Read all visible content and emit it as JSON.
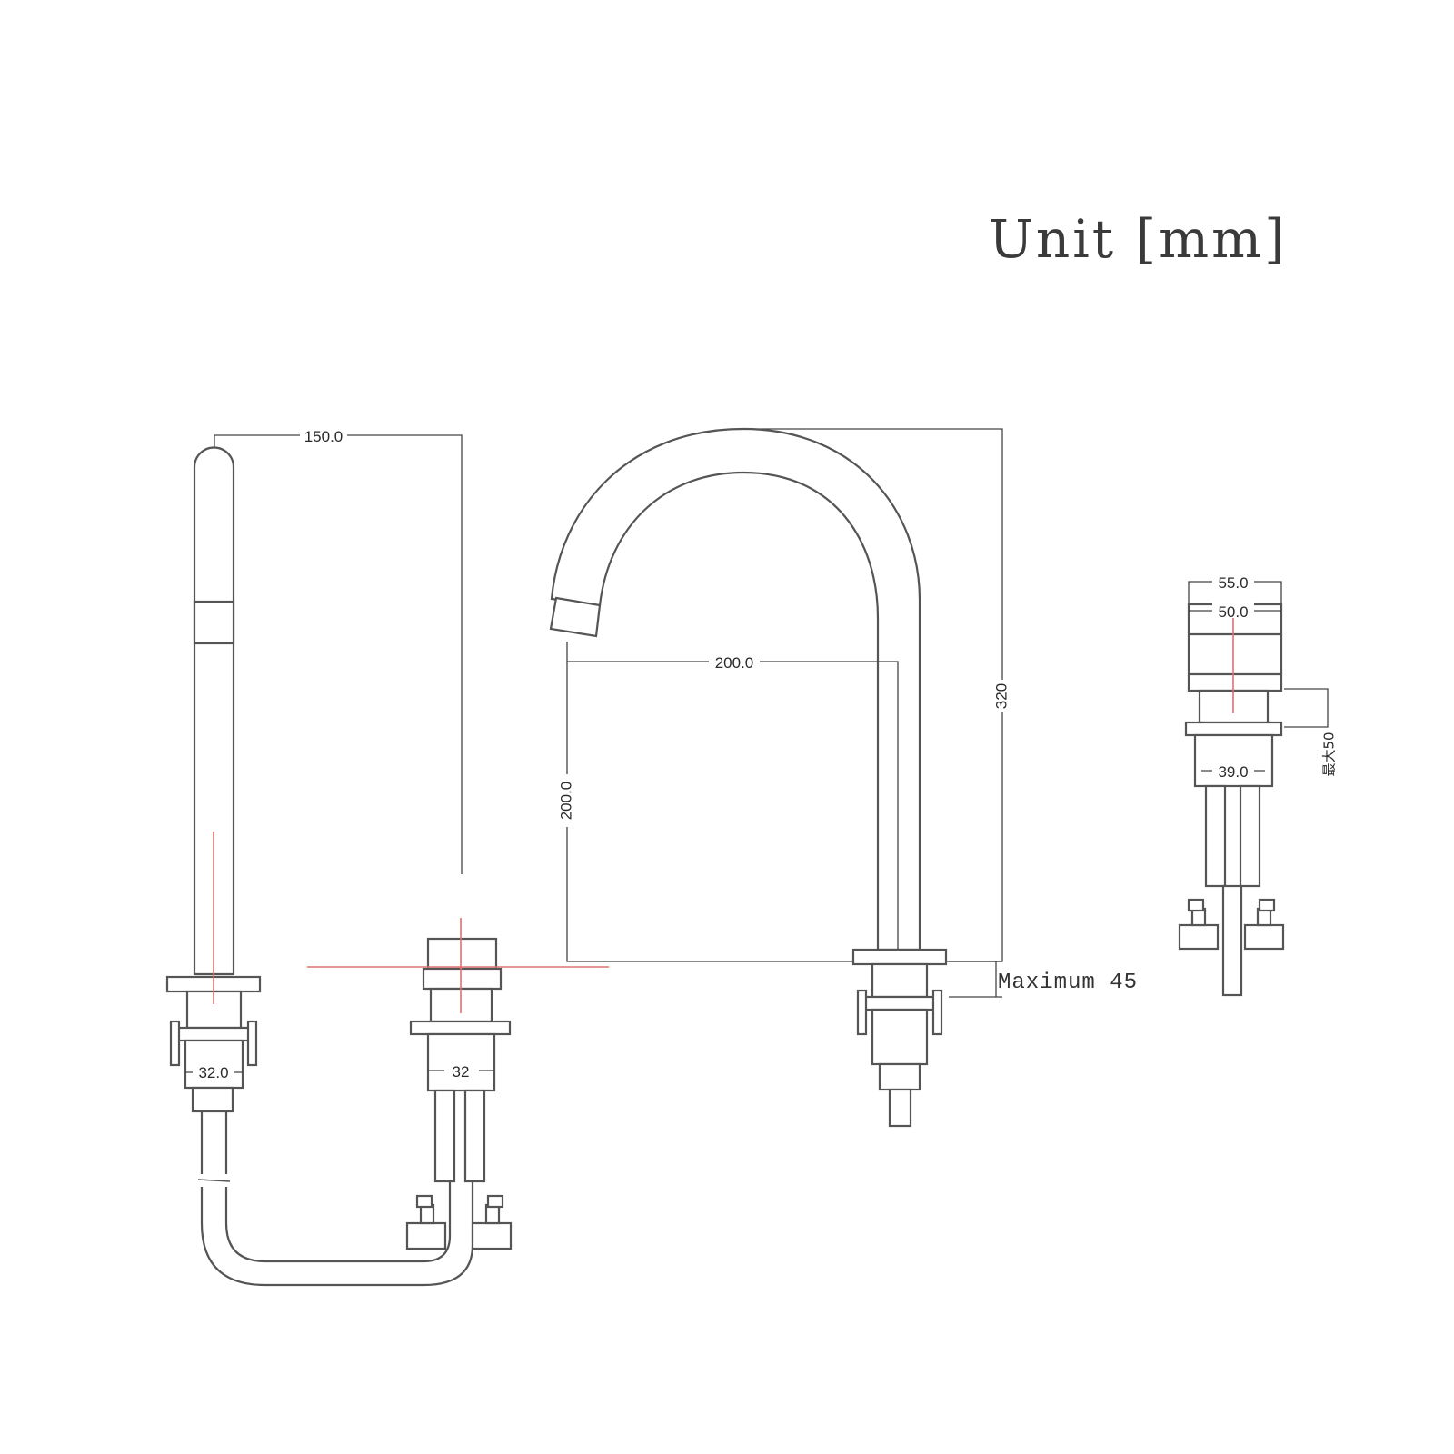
{
  "title": "Unit [mm]",
  "dimensions": {
    "handle_height": "150.0",
    "left_base": "32.0",
    "right_base": "32",
    "spout_reach": "200.0",
    "spout_height": "200.0",
    "spout_total_height": "320",
    "body_width_outer": "55.0",
    "body_width_inner": "50.0",
    "body_base": "39.0",
    "max_deck_cn": "最大50"
  },
  "notes": {
    "max_deck": "Maximum 45"
  },
  "colors": {
    "outline": "#555555",
    "centerline": "#e07070"
  }
}
